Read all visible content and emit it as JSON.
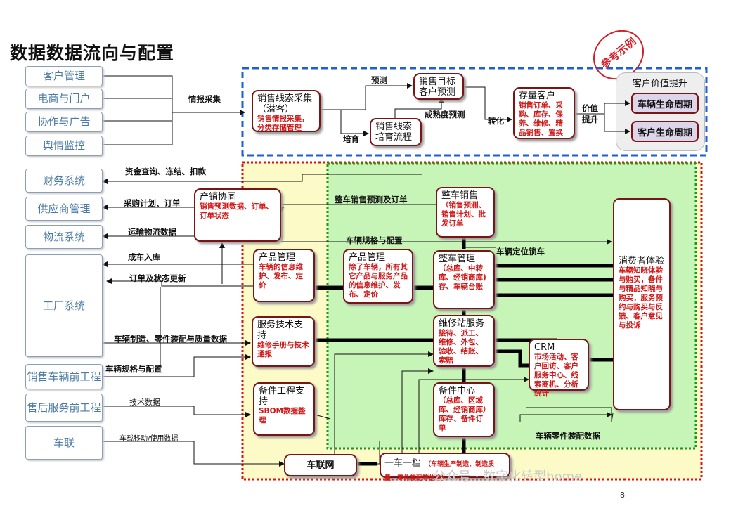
{
  "title": "数据数据流向与配置",
  "stamp": "参考示例",
  "sources": {
    "customer": "客户管理",
    "ecommerce": "电商与门户",
    "collab": "协作与广告",
    "opinion": "舆情监控",
    "finance": "财务系统",
    "supplier": "供应商管理",
    "logistics": "物流系统",
    "factory": "工厂系统",
    "sales_presale": "销售车辆前工程",
    "aftersales": "售后服务前工程",
    "telematics": "车联"
  },
  "top_flow": {
    "lead_collect_title": "销售线索采集（潜客）",
    "lead_collect_sub": "销售情报采集，分类存储管理",
    "sales_target": "销售目标客户预测",
    "lead_nurture": "销售线索培育流程",
    "stock_title": "存量客户",
    "stock_sub": "销售订单、采购、库存、保养、维修、精品销售、置换",
    "value_group": "客户价值提升",
    "vehicle_lifecycle": "车辆生命周期",
    "customer_lifecycle": "客户生命周期"
  },
  "nodes": {
    "prod_collab_title": "产销协同",
    "prod_collab_sub": "销售预测数据、订单、订单状态",
    "vehicle_sales_title": "整车销售",
    "vehicle_sales_sub": "（销售预测、销售计划、批发订单",
    "product_mgmt_title": "产品管理",
    "product_mgmt_sub": "车辆的信息维护、发布、定价",
    "product_mgmt2_title": "产品管理",
    "product_mgmt2_sub": "除了车辆，所有其它产品与服务产品的信息维护、发布、定价",
    "vehicle_mgmt_title": "整车管理",
    "vehicle_mgmt_sub": "（总库、中转库、经销商库)存、车辆台账",
    "consumer_title": "消费者体验",
    "consumer_sub": "车辆知晓体验与购买，备件与精品知晓与购买，服务预约与购买与反馈、客户意见与投诉",
    "service_tech_title": "服务技术支持",
    "service_tech_sub": "维修手册与技术通报",
    "repair_title": "维修站服务",
    "repair_sub": "接待、派工、维修、外包、验收、结账、索赔",
    "crm_title": "CRM",
    "crm_sub": "市场活动、客户回访、客户服务中心、线索商机、分析统计",
    "parts_eng_title": "备件工程支持",
    "parts_eng_sub": "SBOM数据整理",
    "parts_center_title": "备件中心",
    "parts_center_sub": "（总库、区域库、经销商库）库存、备件订单",
    "telematics_net": "车联网",
    "one_car_title": "一车一档",
    "one_car_sub": "（车辆生产制造、制造质量、零件装配等信息）"
  },
  "labels": {
    "intel": "情报采集",
    "forecast": "预测",
    "nurture": "培育",
    "maturity": "成熟度预测",
    "convert": "转化",
    "value_up": "价值提升",
    "funds": "资金查询、冻结、扣款",
    "purchase": "采购计划、订单",
    "transport": "运输物流数据",
    "inbound": "成车入库",
    "order_status": "订单及状态更新",
    "mfg": "车辆制造、零件装配与质量数据",
    "spec": "车辆规格与配置",
    "tech_data": "技术数据",
    "telem_data": "车载移动/使用数据",
    "vs_forecast": "整车销售预测及订单",
    "spec2": "车辆规格与配置",
    "lock": "车辆定位锁车",
    "parts_data": "车辆零件装配数据"
  },
  "watermark": "公众号 · 数字化转型home",
  "page_number": "8"
}
